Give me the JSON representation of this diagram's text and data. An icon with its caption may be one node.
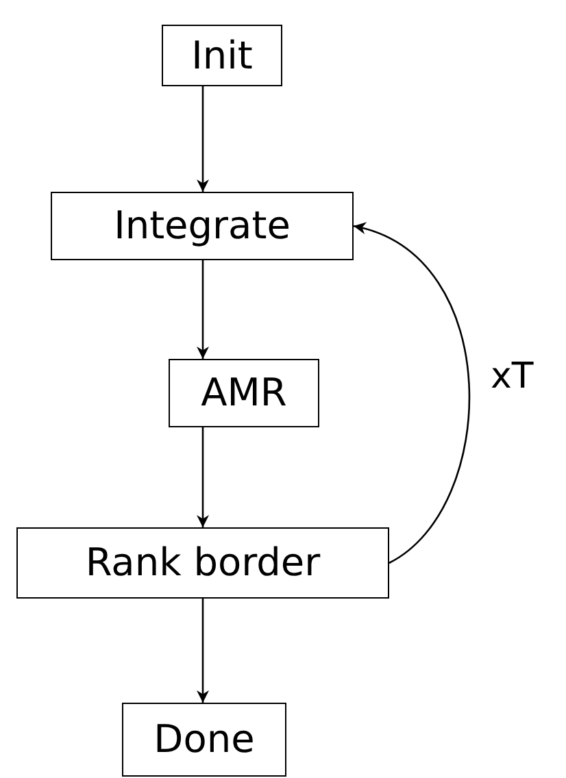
{
  "diagram": {
    "nodes": [
      {
        "text": [
          "Init"
        ]
      },
      {
        "text": [
          "Integrate"
        ]
      },
      {
        "text": [
          "AMR"
        ]
      },
      {
        "text": [
          "Rank border"
        ]
      },
      {
        "text": [
          "Done"
        ]
      }
    ],
    "edges": [
      {
        "from": 0,
        "to": 1,
        "arrow": "to"
      },
      {
        "from": 1,
        "to": 2,
        "arrow": "to"
      },
      {
        "from": 2,
        "to": 3,
        "arrow": "to"
      },
      {
        "from": 3,
        "to": 4,
        "arrow": "to"
      },
      {
        "from": 3,
        "to": 1,
        "arrow": "to",
        "label": "xT"
      }
    ]
  }
}
